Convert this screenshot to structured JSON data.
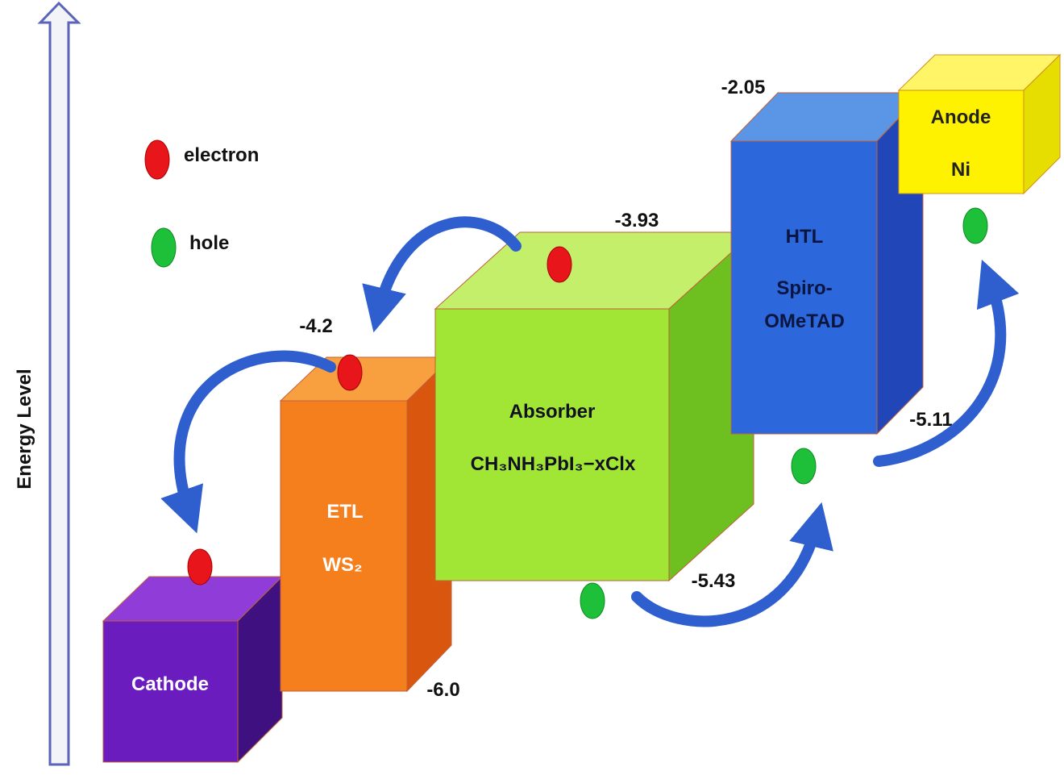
{
  "axis": {
    "label": "Energy Level"
  },
  "legend": [
    {
      "label": "electron",
      "color": "#e8161b"
    },
    {
      "label": "hole",
      "color": "#1ec03a"
    }
  ],
  "layers": {
    "cathode": {
      "name": "Cathode"
    },
    "etl": {
      "name": "ETL",
      "material": "WS₂",
      "lumo": "-4.2",
      "homo": "-6.0"
    },
    "absorber": {
      "name": "Absorber",
      "material": "CH₃NH₃PbI₃−xClx",
      "lumo": "-3.93",
      "homo": "-5.43"
    },
    "htl": {
      "name": "HTL",
      "material_line1": "Spiro-",
      "material_line2": "OMeTAD",
      "lumo": "-2.05",
      "homo": "-5.11"
    },
    "anode": {
      "name": "Anode",
      "material": "Ni"
    }
  },
  "colors": {
    "arrow": "#2f5fcf"
  }
}
